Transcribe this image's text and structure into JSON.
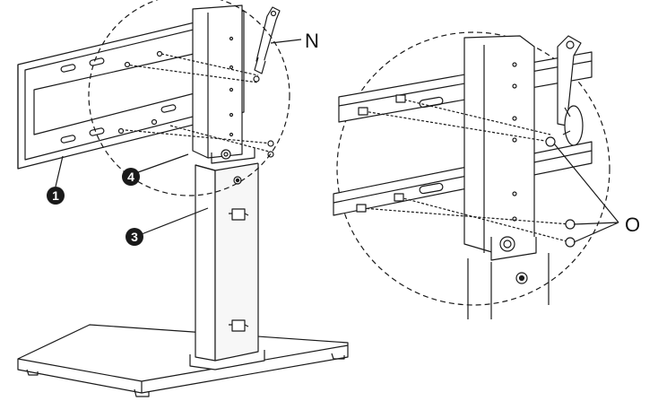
{
  "labels": {
    "part_1": "1",
    "part_3": "3",
    "part_4": "4",
    "part_N": "N",
    "part_O": "O"
  },
  "colors": {
    "line": "#1a1a1a",
    "panel_fill": "#f2f2f2",
    "background": "#ffffff"
  }
}
